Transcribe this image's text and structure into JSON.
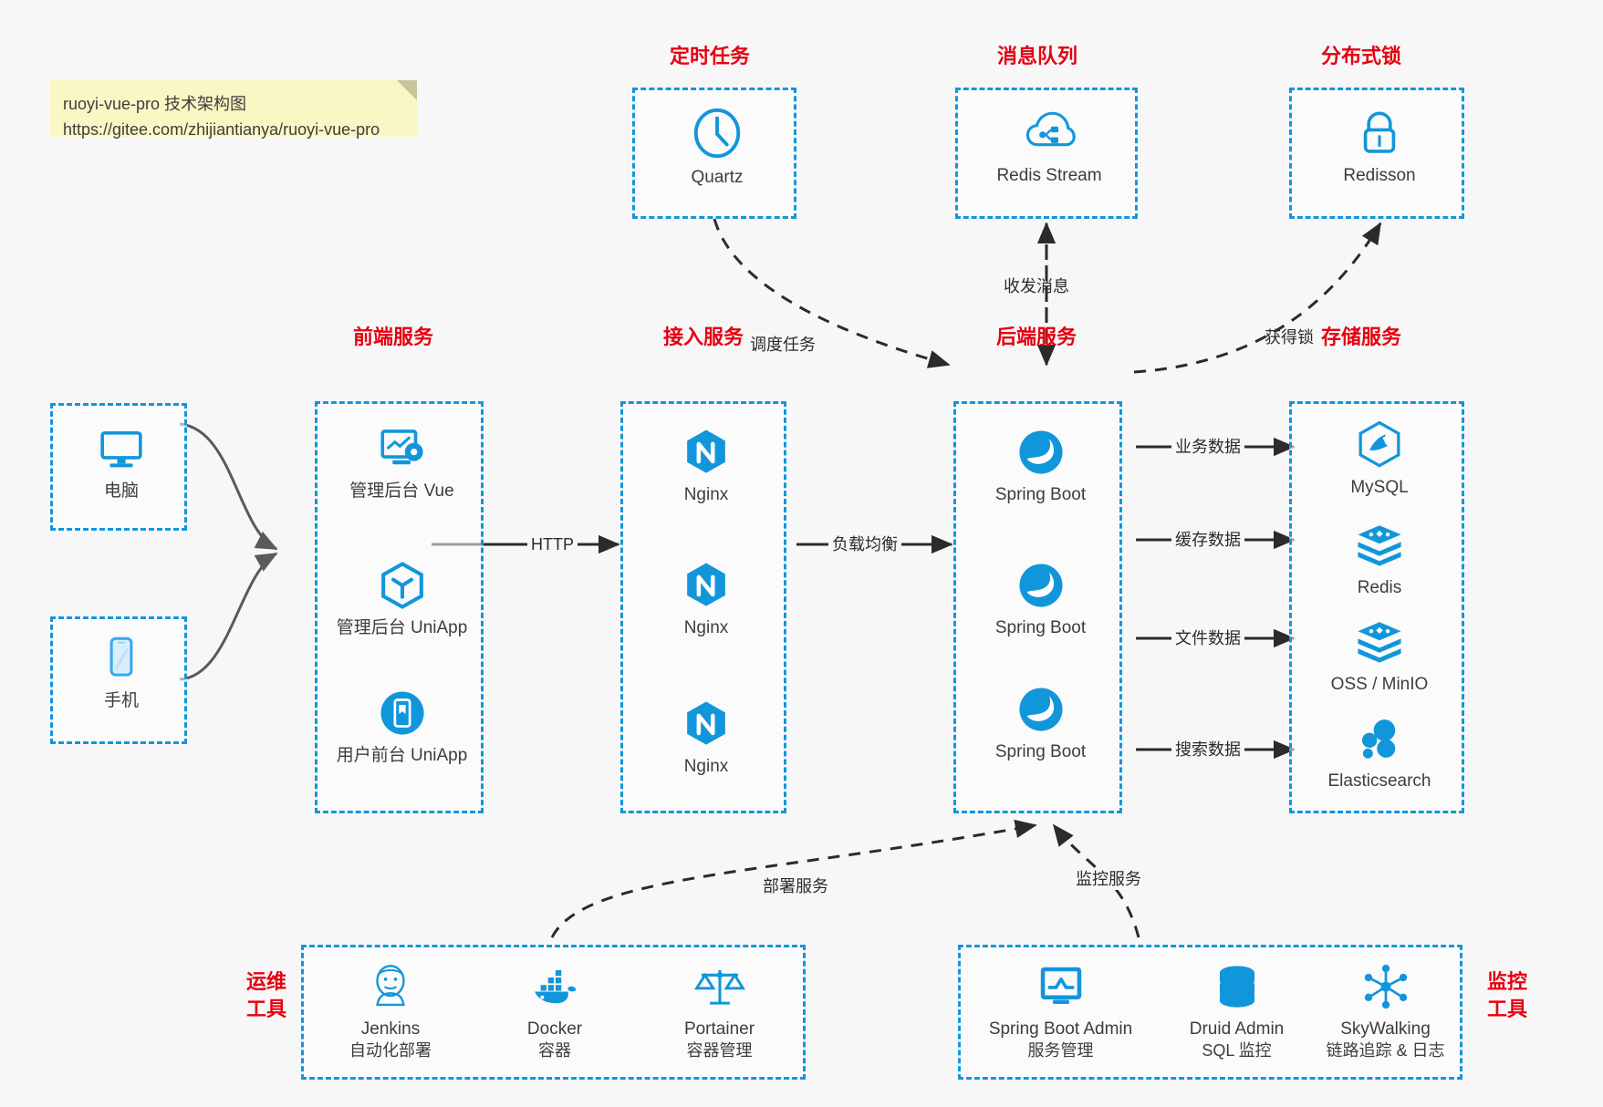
{
  "note": {
    "line1": "ruoyi-vue-pro 技术架构图",
    "line2": "https://gitee.com/zhijiantianya/ruoyi-vue-pro"
  },
  "colors": {
    "group_border": "#1296db",
    "group_title": "#e60012",
    "icon_blue": "#1296db",
    "background": "#f7f7f7",
    "edge_solid": "#2b2b2b",
    "edge_curve": "#5a5a5a",
    "note_bg": "#fbf7c4"
  },
  "groups": {
    "scheduler": {
      "title": "定时任务",
      "nodes": [
        {
          "label": "Quartz",
          "icon": "clock-icon"
        }
      ]
    },
    "mq": {
      "title": "消息队列",
      "nodes": [
        {
          "label": "Redis Stream",
          "icon": "cloud-node-icon"
        }
      ]
    },
    "lock": {
      "title": "分布式锁",
      "nodes": [
        {
          "label": "Redisson",
          "icon": "padlock-icon"
        }
      ]
    },
    "clients": {
      "nodes": [
        {
          "label": "电脑",
          "icon": "desktop-icon"
        },
        {
          "label": "手机",
          "icon": "phone-icon"
        }
      ]
    },
    "frontend": {
      "title": "前端服务",
      "nodes": [
        {
          "label": "管理后台 Vue",
          "icon": "dashboard-gear-icon"
        },
        {
          "label": "管理后台 UniApp",
          "icon": "cube-icon"
        },
        {
          "label": "用户前台 UniApp",
          "icon": "mobile-app-icon"
        }
      ]
    },
    "gateway": {
      "title": "接入服务",
      "nodes": [
        {
          "label": "Nginx",
          "icon": "nginx-icon"
        },
        {
          "label": "Nginx",
          "icon": "nginx-icon"
        },
        {
          "label": "Nginx",
          "icon": "nginx-icon"
        }
      ]
    },
    "backend": {
      "title": "后端服务",
      "nodes": [
        {
          "label": "Spring Boot",
          "icon": "spring-icon"
        },
        {
          "label": "Spring Boot",
          "icon": "spring-icon"
        },
        {
          "label": "Spring Boot",
          "icon": "spring-icon"
        }
      ]
    },
    "storage": {
      "title": "存储服务",
      "nodes": [
        {
          "label": "MySQL",
          "icon": "mysql-icon"
        },
        {
          "label": "Redis",
          "icon": "redis-icon"
        },
        {
          "label": "OSS / MinIO",
          "icon": "oss-icon"
        },
        {
          "label": "Elasticsearch",
          "icon": "elasticsearch-icon"
        }
      ]
    },
    "devops": {
      "title_line1": "运维",
      "title_line2": "工具",
      "nodes": [
        {
          "label": "Jenkins",
          "sub": "自动化部署",
          "icon": "jenkins-icon"
        },
        {
          "label": "Docker",
          "sub": "容器",
          "icon": "docker-icon"
        },
        {
          "label": "Portainer",
          "sub": "容器管理",
          "icon": "scales-icon"
        }
      ]
    },
    "monitor": {
      "title_line1": "监控",
      "title_line2": "工具",
      "nodes": [
        {
          "label": "Spring Boot Admin",
          "sub": "服务管理",
          "icon": "monitor-chart-icon"
        },
        {
          "label": "Druid Admin",
          "sub": "SQL 监控",
          "icon": "database-icon"
        },
        {
          "label": "SkyWalking",
          "sub": "链路追踪 & 日志",
          "icon": "skywalking-icon"
        }
      ]
    }
  },
  "edges": [
    {
      "id": "http",
      "label": "HTTP"
    },
    {
      "id": "load-balance",
      "label": "负载均衡"
    },
    {
      "id": "schedule-task",
      "label": "调度任务"
    },
    {
      "id": "send-receive-message",
      "label": "收发消息"
    },
    {
      "id": "acquire-lock",
      "label": "获得锁"
    },
    {
      "id": "business-data",
      "label": "业务数据"
    },
    {
      "id": "cache-data",
      "label": "缓存数据"
    },
    {
      "id": "file-data",
      "label": "文件数据"
    },
    {
      "id": "search-data",
      "label": "搜索数据"
    },
    {
      "id": "deploy-service",
      "label": "部署服务"
    },
    {
      "id": "monitor-service",
      "label": "监控服务"
    }
  ]
}
